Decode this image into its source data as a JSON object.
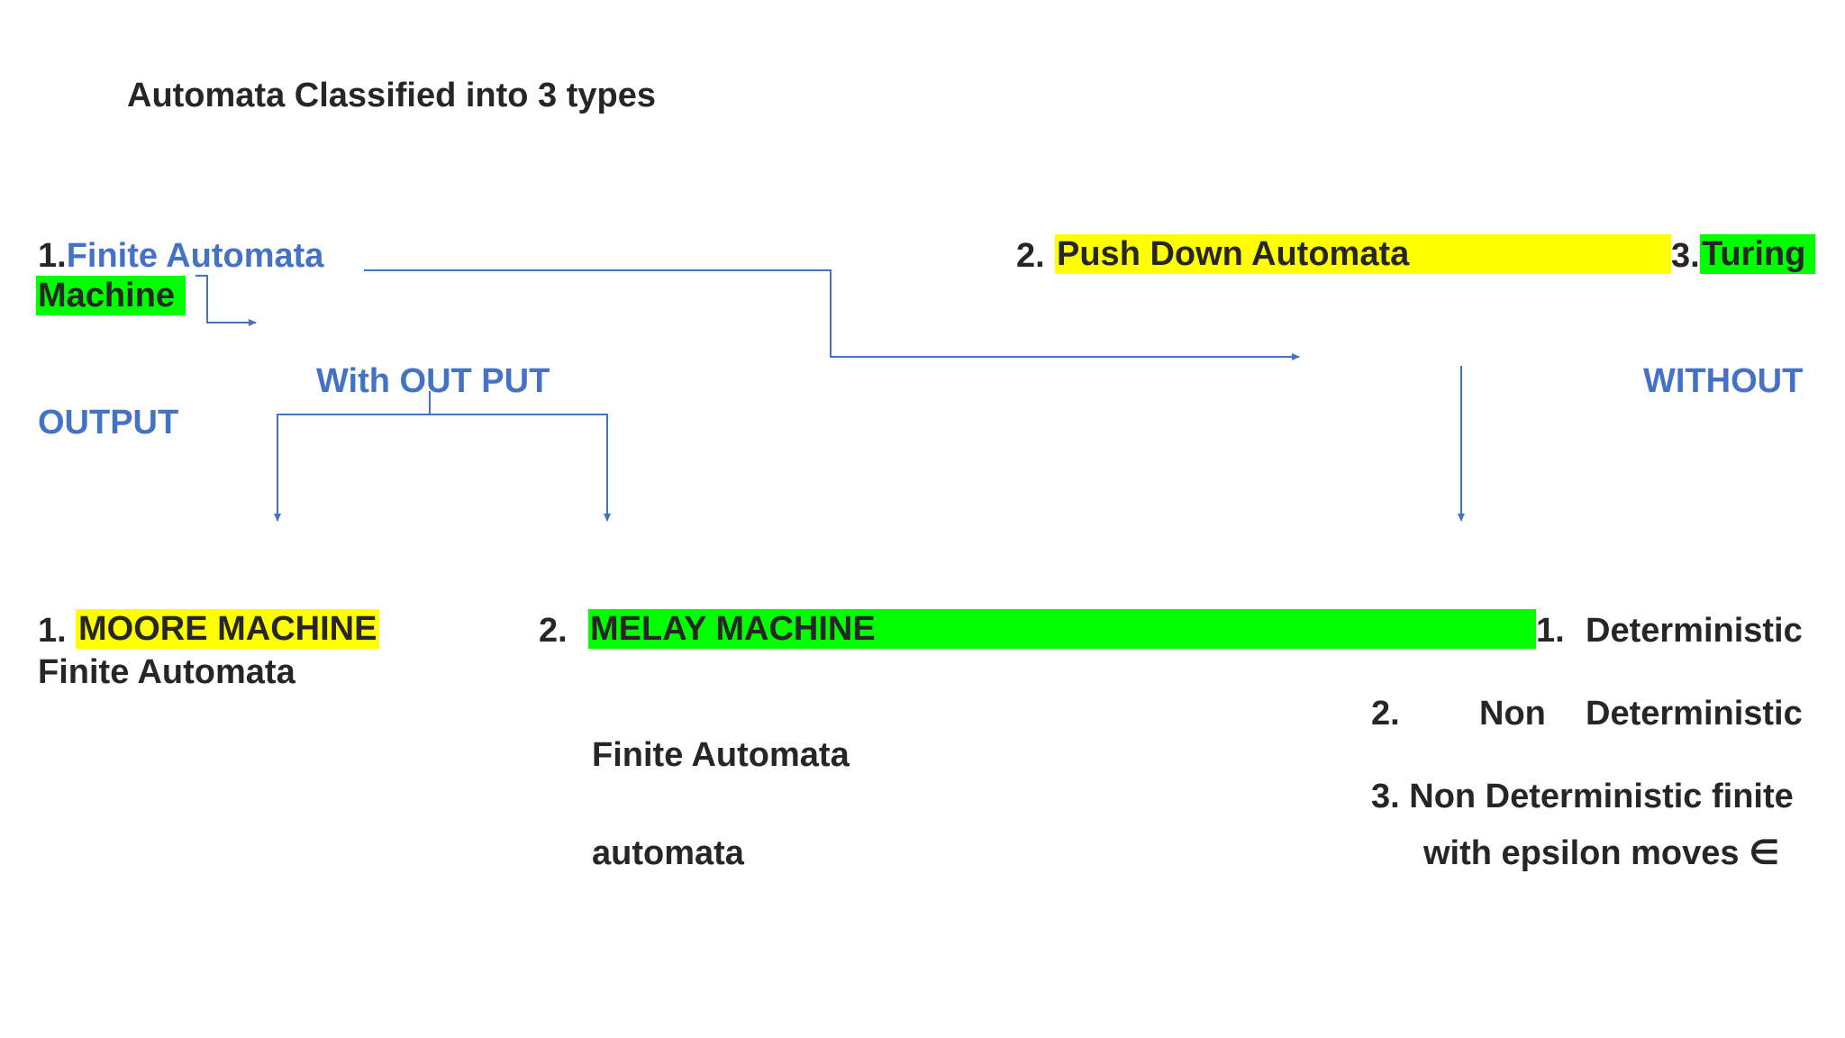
{
  "title": "Automata Classified into 3 types",
  "types": {
    "fa": {
      "num": "1.",
      "label": "Finite Automata",
      "machine": "Machine"
    },
    "pda": {
      "num": "2.",
      "label": "Push Down Automata"
    },
    "turing": {
      "num": "3.",
      "label": "Turing"
    }
  },
  "with_output": "With OUT PUT",
  "output": "OUTPUT",
  "without": "WITHOUT",
  "moore": {
    "num": "1.",
    "label": "MOORE MACHINE",
    "sub": "Finite Automata"
  },
  "melay": {
    "num": "2.",
    "label": "MELAY MACHINE",
    "sub1": "Finite Automata",
    "sub2": "automata"
  },
  "without_list": {
    "item1": {
      "num": "1.",
      "text": "Deterministic"
    },
    "item2": {
      "num": "2.",
      "text1": "Non",
      "text2": "Deterministic"
    },
    "item3": {
      "line1": "3. Non Deterministic finite",
      "line2": "with epsilon moves ∈"
    }
  },
  "colors": {
    "blue_text": "#4472c4",
    "arrow": "#4472c4",
    "highlight_yellow": "#ffff00",
    "highlight_green": "#00ff00",
    "dark_text": "#262626"
  }
}
